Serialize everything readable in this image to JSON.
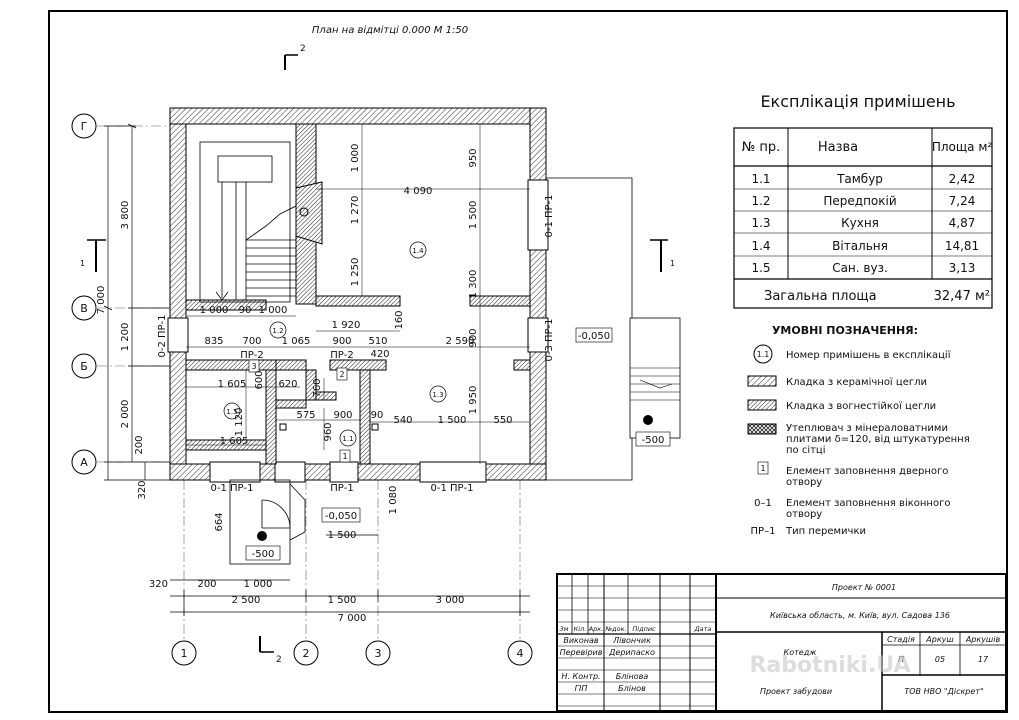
{
  "sheet": {
    "plan_title": "План на відмітці 0.000 М 1:50",
    "section_mark": "1",
    "section_mark_2": "2"
  },
  "axes": {
    "vertical": [
      "Г",
      "В",
      "Б",
      "А"
    ],
    "horizontal": [
      "1",
      "2",
      "3",
      "4"
    ]
  },
  "dims": {
    "left": [
      "3 800",
      "7 000",
      "1 200",
      "2 000",
      "200",
      "320"
    ],
    "bottom": [
      "2 500",
      "1 500",
      "3 000",
      "7 000",
      "320",
      "200",
      "1 000",
      "1 500"
    ],
    "interior": [
      "1 000",
      "1 270",
      "1 250",
      "950",
      "1 500",
      "1 300",
      "900",
      "1 950",
      "4 090",
      "1 000",
      "90",
      "1 000",
      "1 920",
      "160",
      "835",
      "700",
      "1 065",
      "900",
      "510",
      "2 590",
      "420",
      "1 605",
      "620",
      "600",
      "760",
      "575",
      "900",
      "90",
      "540",
      "1 500",
      "550",
      "1 120",
      "960",
      "1 605",
      "664",
      "1 080"
    ]
  },
  "labels": {
    "rooms": [
      "1.1",
      "1.2",
      "1.3",
      "1.4",
      "1.5"
    ],
    "door_marks": [
      "1",
      "2",
      "3"
    ],
    "openings": [
      "0-2 ПР-1",
      "0-1 ПР-1",
      "0-3 ПР-1",
      "ПР-2",
      "ПР-2",
      "0-1 ПР-1",
      "ПР-1",
      "0-1 ПР-1"
    ],
    "levels": [
      "-0,050",
      "-0,050",
      "-500",
      "-500"
    ]
  },
  "explication": {
    "title": "Експлікація примішень",
    "headers": [
      "№ пр.",
      "Назва",
      "Площа м²"
    ],
    "rows": [
      {
        "no": "1.1",
        "name": "Тамбур",
        "area": "2,42"
      },
      {
        "no": "1.2",
        "name": "Передпокій",
        "area": "7,24"
      },
      {
        "no": "1.3",
        "name": "Кухня",
        "area": "4,87"
      },
      {
        "no": "1.4",
        "name": "Вітальня",
        "area": "14,81"
      },
      {
        "no": "1.5",
        "name": "Сан. вуз.",
        "area": "3,13"
      }
    ],
    "total_label": "Загальна площа",
    "total_value": "32,47 м²"
  },
  "legend": {
    "title": "УМОВНІ ПОЗНАЧЕННЯ:",
    "items": [
      {
        "symbol": "1.1",
        "text": [
          "Номер примішень в експлікації"
        ]
      },
      {
        "symbol": "",
        "text": [
          "Кладка з керамічної цегли"
        ]
      },
      {
        "symbol": "",
        "text": [
          "Кладка з вогнестійкої цегли"
        ]
      },
      {
        "symbol": "",
        "text": [
          "Утеплювач з мінераловатними",
          "плитами δ=120, від штукатурення",
          "по сітці"
        ]
      },
      {
        "symbol": "1",
        "text": [
          "Елемент заповнення дверного",
          "отвору"
        ]
      },
      {
        "symbol": "0–1",
        "text": [
          "Елемент заповнення віконного",
          "отвору"
        ]
      },
      {
        "symbol": "ПР–1",
        "text": [
          "Тип перемички"
        ]
      }
    ]
  },
  "title_block": {
    "project": "Проект № 0001",
    "address": "Київська область, м. Київ, вул. Садова 136",
    "object": "Котедж",
    "stage_label": "Проект забудови",
    "company": "ТОВ НВО \"Діскрет\"",
    "header_cells": [
      "Зм",
      "Кіл.",
      "Арк.",
      "№док.",
      "Підпис",
      "Дата"
    ],
    "stage_headers": [
      "Стадія",
      "Аркуш",
      "Аркушів"
    ],
    "stage_values": [
      "П",
      "05",
      "17"
    ],
    "people": [
      {
        "role": "Виконав",
        "name": "Лівончик"
      },
      {
        "role": "Перевірив",
        "name": "Дерипаско"
      },
      {
        "role": "Н. Контр.",
        "name": "Блінова"
      },
      {
        "role": "ГІП",
        "name": "Блінов"
      }
    ]
  },
  "watermark": "Rabotniki.UA"
}
